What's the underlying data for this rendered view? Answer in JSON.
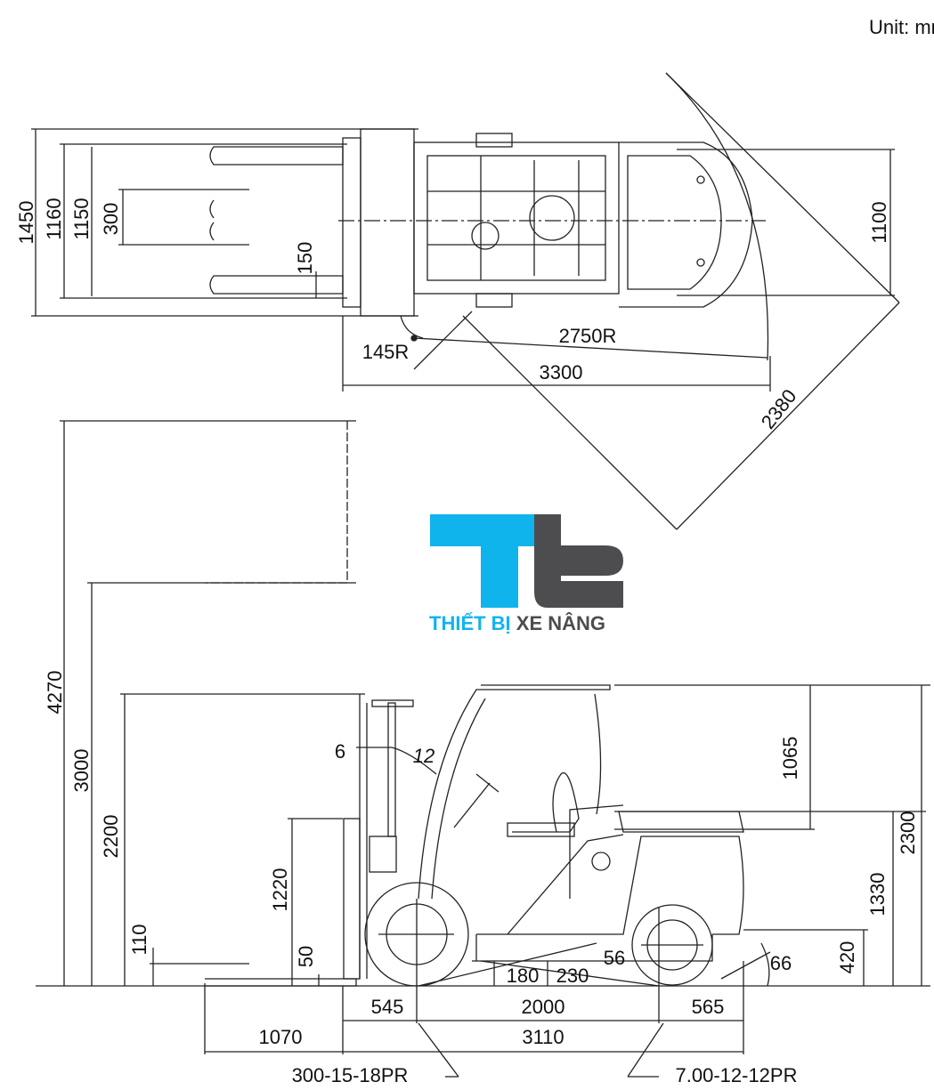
{
  "unit_label": "Unit: mm",
  "logo": {
    "part1": "THIẾT BỊ",
    "part2": "XE NÂNG",
    "colors": {
      "blue": "#10b4ec",
      "gray": "#4d4d4f"
    }
  },
  "top_view": {
    "overall_width": "1450",
    "width_1160": "1160",
    "fork_spread": "1150",
    "fork_gap": "300",
    "fork_width": "150",
    "rear_width": "1100",
    "inner_radius": "145R",
    "turning_radius": "2750R",
    "overall_length": "3300",
    "aisle": "2380"
  },
  "side_view": {
    "max_height": "4270",
    "lift_height": "3000",
    "mast_lowered": "2200",
    "backrest": "1220",
    "free_lift": "110",
    "fork_thickness": "50",
    "tilt_forward": "6",
    "tilt_back": "12",
    "headroom": "1065",
    "overhead_guard": "2300",
    "seat_height": "1330",
    "tow_pin": "420",
    "departure_angle": "66",
    "ramp_angle": "56",
    "clearance_mast": "180",
    "clearance_center": "230",
    "front_overhang": "545",
    "wheelbase": "2000",
    "rear_overhang": "565",
    "fork_length": "1070",
    "length_to_face": "3110",
    "front_tire": "300-15-18PR",
    "rear_tire": "7.00-12-12PR"
  }
}
